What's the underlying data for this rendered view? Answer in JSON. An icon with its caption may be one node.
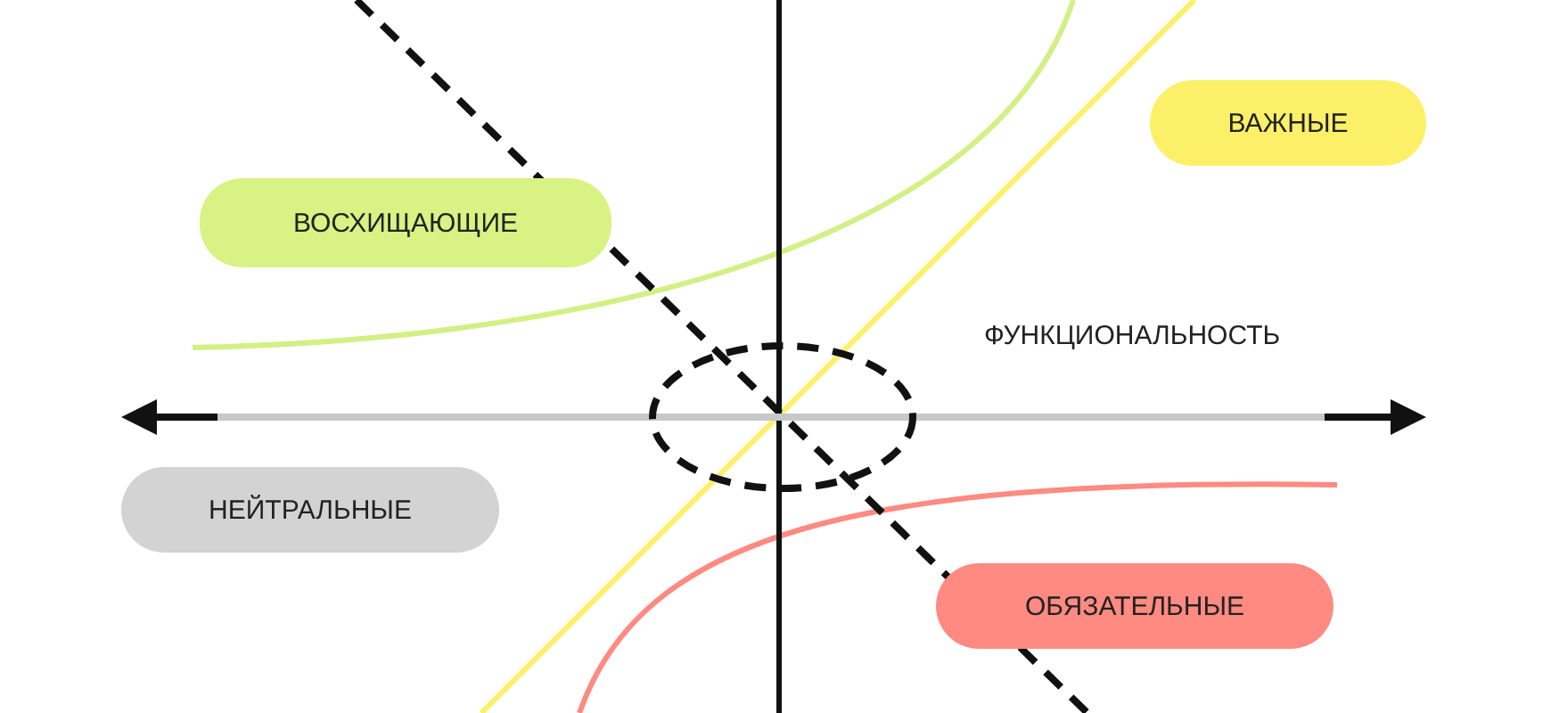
{
  "diagram": {
    "nodes": [
      {
        "text": [
          "ВОСХИЩАЮЩИЕ"
        ]
      },
      {
        "text": [
          "ВАЖНЫЕ"
        ]
      },
      {
        "text": [
          "НЕЙТРАЛЬНЫЕ"
        ]
      },
      {
        "text": [
          "ОБЯЗАТЕЛЬНЫЕ"
        ]
      }
    ],
    "edges": [],
    "labels": [
      "ФУНКЦИОНАЛЬНОСТЬ"
    ]
  }
}
